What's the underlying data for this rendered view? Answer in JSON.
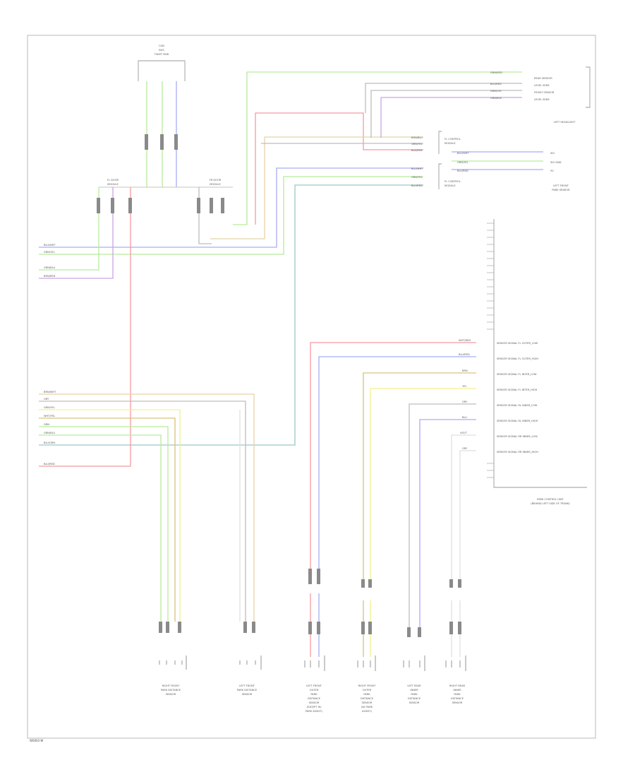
{
  "diagram_id": "W0002-W",
  "components": {
    "top_connector": {
      "lines": [
        "CAN",
        "BUS",
        "TWIST PAIR"
      ]
    },
    "left_gateway": {
      "name": "FL DOOR",
      "sub": "MODULE"
    },
    "right_gateway": {
      "name": "FR DOOR",
      "sub": "MODULE"
    },
    "headlight": {
      "lines": [
        "REAR SENSOR",
        "LEVEL SENS",
        "FRONT SENSOR",
        "LEVEL SENS"
      ],
      "title": "LEFT HEADLIGHT"
    },
    "park_sensor": {
      "lines": [
        "SIG",
        "SIG GND",
        "5V"
      ],
      "title": [
        "LEFT FRONT",
        "PARK SENSOR"
      ]
    },
    "splice_top": {
      "lines": [
        "FL CONTROL",
        "MODULE"
      ]
    },
    "splice_bottom": {
      "lines": [
        "FL CONTROL",
        "MODULE"
      ]
    },
    "control_unit": {
      "title": [
        "PARK CONTROL UNIT",
        "(BEHIND LEFT SIDE OF TRUNK)"
      ]
    },
    "bottom_components": [
      {
        "lines": [
          "RIGHT FRONT",
          "PARK DISTANCE",
          "SENSOR"
        ]
      },
      {
        "lines": [
          "LEFT FRONT",
          "PARK DISTANCE",
          "SENSOR"
        ]
      },
      {
        "lines": [
          "LEFT FRONT",
          "OUTER",
          "PARK",
          "DISTANCE",
          "SENSOR",
          "(EXCEPT W/",
          "PARK ASSIST)"
        ]
      },
      {
        "lines": [
          "RIGHT FRONT",
          "OUTER",
          "PARK",
          "DISTANCE",
          "SENSOR",
          "(W/ PARK",
          "ASSIST)"
        ]
      },
      {
        "lines": [
          "LEFT REAR",
          "INNER",
          "PARK",
          "DISTANCE",
          "SENSOR"
        ]
      },
      {
        "lines": [
          "RIGHT REAR",
          "INNER",
          "PARK",
          "DISTANCE",
          "SENSOR"
        ]
      }
    ]
  },
  "wire_labels": {
    "left_block": [
      "BLU/WHT",
      "GRN/YEL",
      "GRN/BLU",
      "BRN/RED"
    ],
    "left_lower": [
      "BRN/WHT",
      "GRY",
      "GRN/YEL",
      "WHT/YEL",
      "GRN",
      "GRN/BLU",
      "BLU/GRN",
      "BLU/RED"
    ],
    "headlight_wires": [
      "GRN/RED",
      "BLU/RED",
      "GRN/VIO",
      "GRN/BLK"
    ],
    "splice_wires": [
      "BRN/BLU",
      "GRN/YEL",
      "BLK/RED"
    ],
    "park_sensor_wires": [
      "BLU/WHT",
      "GRN/YEL",
      "BLU/RED"
    ],
    "splice2_wires": [
      "BLU/WHT",
      "GRN/YEL",
      "BLU/RED"
    ],
    "control_pins": [
      "WHT/RED",
      "BLU/RED",
      "BRN",
      "YEL",
      "GRY",
      "BLU",
      "VIO/T",
      "GRY"
    ],
    "control_signals": [
      "SENSOR SIGNAL FL OUTER_LOW",
      "SENSOR SIGNAL FL OUTER_HIGH",
      "SENSOR SIGNAL FL INTER_LOW",
      "SENSOR SIGNAL FL INTER_HIGH",
      "SENSOR SIGNAL RL INNER_LOW",
      "SENSOR SIGNAL RL INNER_HIGH",
      "SENSOR SIGNAL RR INNER_LOW",
      "SENSOR SIGNAL RR INNER_HIGH"
    ]
  },
  "colors": {
    "green": "#b6ec9a",
    "red": "#f39aa0",
    "tan": "#e8d3a9",
    "blue": "#a6aef5",
    "teal": "#9cc6c4",
    "violet": "#c9a4e4",
    "gray": "#bdbdbd",
    "yellow": "#f2f28c",
    "olive": "#d6c37a",
    "frame": "#c4c4c4"
  }
}
